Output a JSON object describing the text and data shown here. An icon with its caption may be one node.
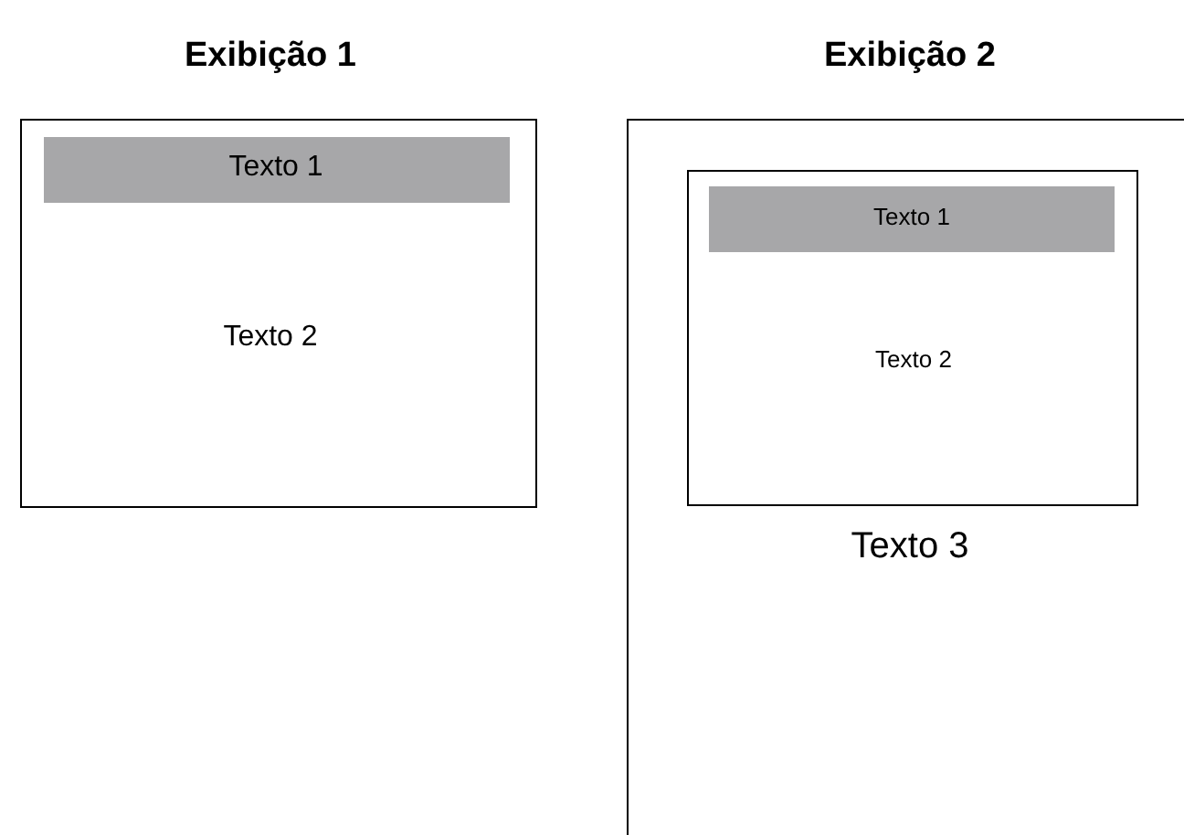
{
  "diagram": {
    "nodes": [
      {
        "text": [
          "Exibição 1",
          "Texto 2"
        ]
      },
      {
        "text": [
          "Texto 1"
        ],
        "in": 0
      },
      {
        "text": [
          "Exibição 2",
          "Texto 3"
        ]
      },
      {
        "text": [
          "Texto 2"
        ],
        "in": 2
      },
      {
        "text": [
          "Texto 1"
        ],
        "in": 3
      }
    ]
  }
}
